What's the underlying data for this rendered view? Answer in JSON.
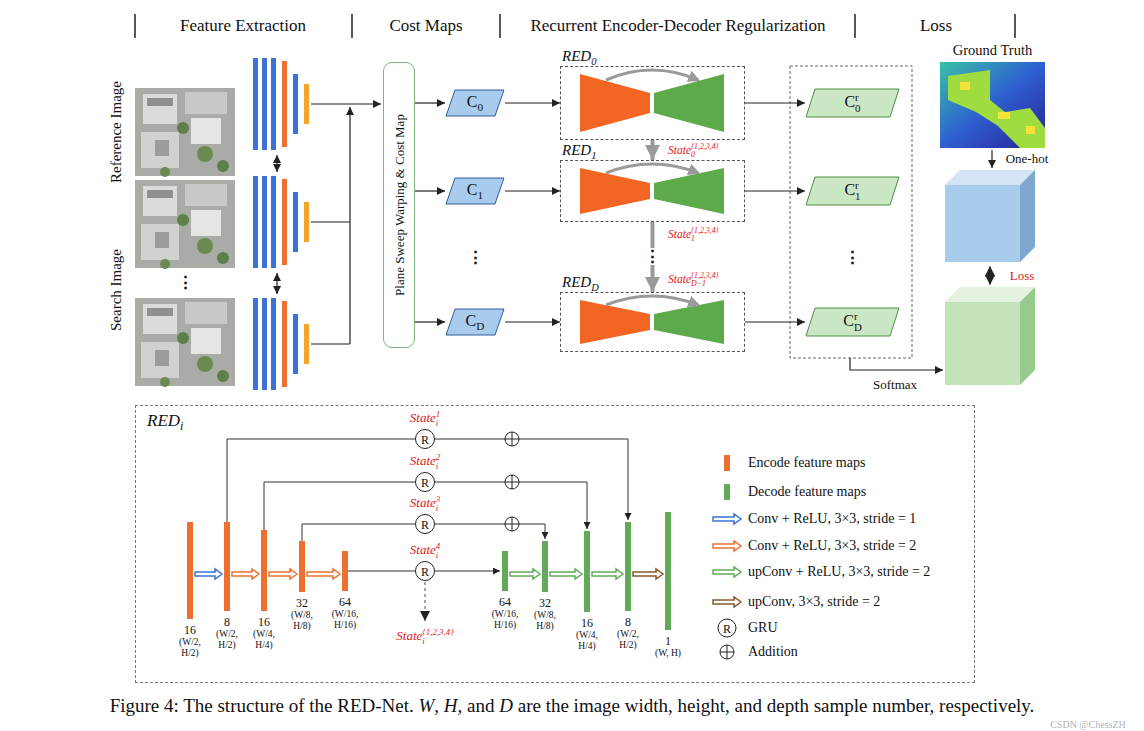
{
  "diagram": {
    "caption": "Figure 4: The structure of the RED-Net. W, H, and D are the image width, height, and depth sample number, respectively.",
    "nodes": [
      {
        "text": [
          "Plane Sweep Warping & Cost Map"
        ]
      },
      {
        "text": [
          "C0"
        ]
      },
      {
        "text": [
          "RED0"
        ]
      },
      {
        "text": [
          "Cr0"
        ]
      },
      {
        "text": [
          "C1"
        ]
      },
      {
        "text": [
          "RED1"
        ]
      },
      {
        "text": [
          "Cr1"
        ]
      },
      {
        "text": [
          "CD"
        ]
      },
      {
        "text": [
          "REDD"
        ]
      },
      {
        "text": [
          "CrD"
        ]
      },
      {
        "text": [
          "Ground Truth"
        ]
      },
      {
        "text": [
          "REDi"
        ]
      },
      {
        "text": [
          "R"
        ],
        "in": 11
      },
      {
        "text": [
          "R"
        ],
        "in": 11
      },
      {
        "text": [
          "R"
        ],
        "in": 11
      },
      {
        "text": [
          "R"
        ],
        "in": 11
      }
    ],
    "edges": [
      {
        "from": 0,
        "to": 1,
        "arrow": "to"
      },
      {
        "from": 0,
        "to": 4,
        "arrow": "to"
      },
      {
        "from": 0,
        "to": 7,
        "arrow": "to"
      },
      {
        "from": 1,
        "to": 2,
        "arrow": "to"
      },
      {
        "from": 4,
        "to": 5,
        "arrow": "to"
      },
      {
        "from": 7,
        "to": 8,
        "arrow": "to"
      },
      {
        "from": 2,
        "to": 3,
        "arrow": "to"
      },
      {
        "from": 5,
        "to": 6,
        "arrow": "to"
      },
      {
        "from": 8,
        "to": 9,
        "arrow": "to"
      },
      {
        "from": 2,
        "to": 5,
        "arrow": "to"
      },
      {
        "from": 5,
        "to": 8,
        "arrow": "to"
      }
    ],
    "labels": [
      "Feature Extraction",
      "Cost Maps",
      "Recurrent Encoder-Decoder Regularization",
      "Loss",
      "Reference Image",
      "Search Image",
      "⋮",
      "⋮",
      "State0{1,2,3,4}",
      "State1{1,2,3,4}",
      "⋮",
      "StateD−1{1,2,3,4}",
      "⋮",
      "One-hot",
      "Loss",
      "Softmax",
      "Statei1",
      "Statei2",
      "Statei3",
      "Statei4",
      "Statei{1,2,3,4}",
      "16",
      "(W/2, H/2)",
      "8",
      "(W/2, H/2)",
      "16",
      "(W/4, H/4)",
      "32",
      "(W/8, H/8)",
      "64",
      "(W/16, H/16)",
      "64",
      "(W/16, H/16)",
      "32",
      "(W/8, H/8)",
      "16",
      "(W/4, H/4)",
      "8",
      "(W/2, H/2)",
      "1",
      "(W, H)",
      "R",
      "CSDN @ChessZH"
    ],
    "legend": [
      {
        "text": "Encode feature maps",
        "color": "#ED7031"
      },
      {
        "text": "Decode feature maps",
        "color": "#62AA5A"
      },
      {
        "text": "Conv + ReLU, 3×3, stride = 1"
      },
      {
        "text": "Conv + ReLU, 3×3, stride = 2"
      },
      {
        "text": "upConv + ReLU, 3×3, stride = 2"
      },
      {
        "text": "upConv, 3×3, stride = 2"
      },
      {
        "text": "GRU"
      },
      {
        "text": "Addition"
      }
    ]
  }
}
